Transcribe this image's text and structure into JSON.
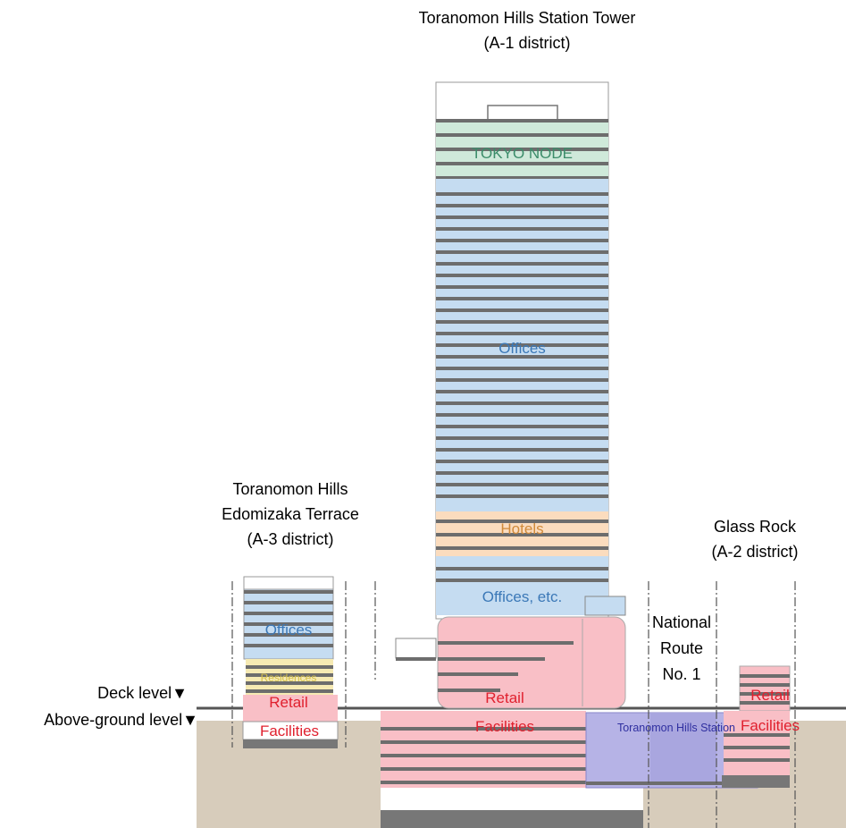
{
  "buildings": {
    "station_tower": {
      "name": "Toranomon Hills Station Tower",
      "district": "(A-1 district)"
    },
    "edomizaka": {
      "name_line1": "Toranomon Hills",
      "name_line2": "Edomizaka Terrace",
      "district": "(A-3 district)"
    },
    "glass_rock": {
      "name": "Glass Rock",
      "district": "(A-2 district)"
    }
  },
  "zones": {
    "tokyo_node": "TOKYO NODE",
    "offices": "Offices",
    "hotels": "Hotels",
    "offices_etc": "Offices, etc.",
    "retail_line1": "Retail",
    "retail_line2": "Facilities",
    "edo_offices": "Offices",
    "residences": "Residences",
    "station": "Toranomon Hills Station",
    "glass_retail_line1": "Retail",
    "glass_retail_line2": "Facilities"
  },
  "road": {
    "line1": "National",
    "line2": "Route",
    "line3": "No. 1"
  },
  "levels": {
    "deck": "Deck level▼",
    "ground": "Above-ground level▼"
  },
  "colors": {
    "ground": "#d7ccbb",
    "offices_fill": "#c5dcf1",
    "tokyo_node_fill": "#cfe9da",
    "hotels_fill": "#fbdcbe",
    "retail_fill": "#f9bfc6",
    "residences_fill": "#f6eab3",
    "station_fill": "#b6b3e6",
    "floor_line": "#6d6d6d",
    "offices_text": "#3b78b7",
    "tokyo_node_text": "#3c8c6a",
    "hotels_text": "#d08a3a",
    "retail_text": "#e0202e",
    "residences_text": "#d5c04a",
    "station_text": "#2f2fa0"
  }
}
